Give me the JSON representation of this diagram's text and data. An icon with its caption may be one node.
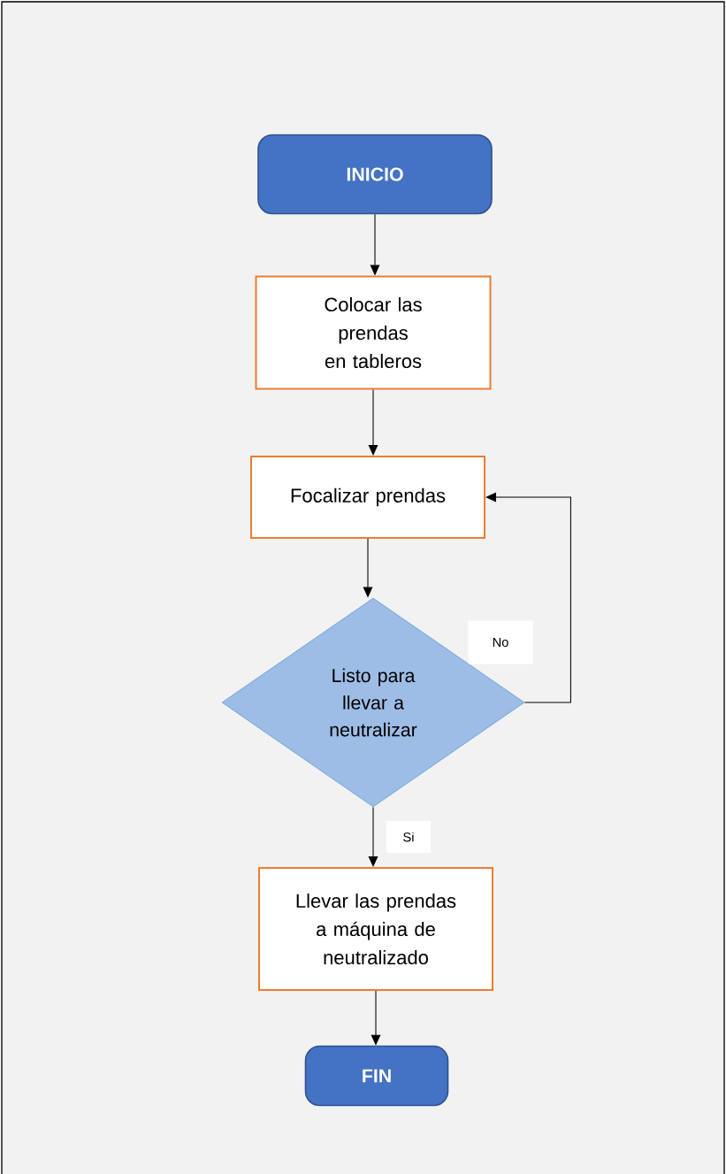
{
  "diagram": {
    "nodes": [
      {
        "text": [
          "INICIO"
        ]
      },
      {
        "text": [
          "Colocar las prendas en tableros"
        ]
      },
      {
        "text": [
          "Focalizar prendas"
        ]
      },
      {
        "text": [
          "Listo para llevar a neutralizar"
        ]
      },
      {
        "text": [
          "Llevar las prendas a máquina de neutralizado"
        ]
      },
      {
        "text": [
          "FIN"
        ]
      }
    ],
    "edges": [
      {
        "from": 0,
        "to": 1,
        "arrow": "to"
      },
      {
        "from": 1,
        "to": 2,
        "arrow": "to"
      },
      {
        "from": 2,
        "to": 3,
        "arrow": "to"
      },
      {
        "from": 3,
        "to": 2,
        "arrow": "to",
        "label": "No"
      },
      {
        "from": 3,
        "to": 4,
        "arrow": "to",
        "label": "Si"
      },
      {
        "from": 4,
        "to": 5,
        "arrow": "to"
      }
    ]
  }
}
